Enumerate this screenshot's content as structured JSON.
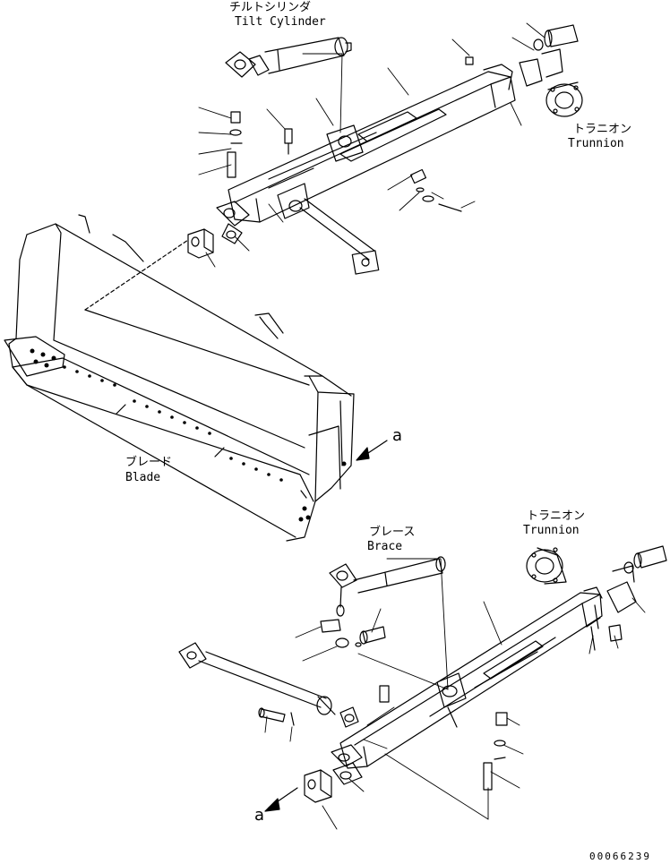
{
  "labels": {
    "tilt_cylinder_jp": "チルトシリンダ",
    "tilt_cylinder_en": "Tilt Cylinder",
    "trunnion_top_jp": "トラニオン",
    "trunnion_top_en": "Trunnion",
    "blade_jp": "ブレード",
    "blade_en": "Blade",
    "brace_jp": "ブレース",
    "brace_en": "Brace",
    "trunnion_bottom_jp": "トラニオン",
    "trunnion_bottom_en": "Trunnion",
    "ref_a_top": "a",
    "ref_a_bottom": "a"
  },
  "drawing_number": "00066239"
}
